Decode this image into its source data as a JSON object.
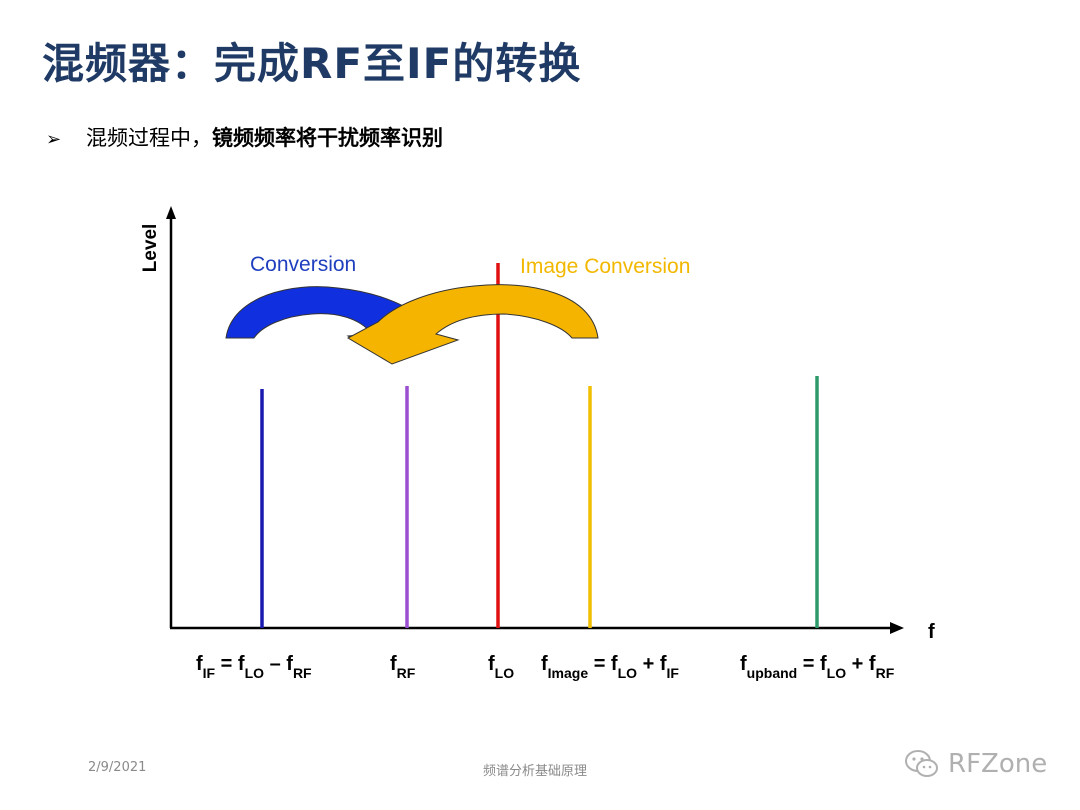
{
  "slide": {
    "title": "混频器：完成RF至IF的转换",
    "bullet_marker": "➢",
    "bullet_normal": "混频过程中，",
    "bullet_bold": "镜频频率将干扰频率识别"
  },
  "diagram": {
    "y_axis_label": "Level",
    "x_axis_label": "f",
    "conversion_label": "Conversion",
    "image_conversion_label": "Image Conversion",
    "colors": {
      "axis": "#000000",
      "if": "#1a1ab0",
      "rf": "#9a4fd0",
      "lo": "#e01010",
      "image": "#f0c000",
      "upband": "#2e9a6a",
      "conversion_arrow": "#1030e0",
      "image_arrow": "#f5b400",
      "conversion_text": "#1f3fbf",
      "image_text": "#f2b800"
    },
    "lines": [
      {
        "id": "if",
        "base": "f",
        "sub": "IF",
        "rest": [
          {
            "t": " = f"
          },
          {
            "s": "LO"
          },
          {
            "t": " – f"
          },
          {
            "s": "RF"
          }
        ]
      },
      {
        "id": "rf",
        "base": "f",
        "sub": "RF",
        "rest": []
      },
      {
        "id": "lo",
        "base": "f",
        "sub": "LO",
        "rest": []
      },
      {
        "id": "image",
        "base": "f",
        "sub": "Image",
        "rest": [
          {
            "t": " = f"
          },
          {
            "s": "LO"
          },
          {
            "t": " + f"
          },
          {
            "s": "IF"
          }
        ]
      },
      {
        "id": "upband",
        "base": "f",
        "sub": "upband",
        "rest": [
          {
            "t": " = f"
          },
          {
            "s": "LO"
          },
          {
            "t": " + f"
          },
          {
            "s": "RF"
          }
        ]
      }
    ]
  },
  "footer": {
    "date": "2/9/2021",
    "center": "频谱分析基础原理",
    "watermark": "RFZone"
  }
}
